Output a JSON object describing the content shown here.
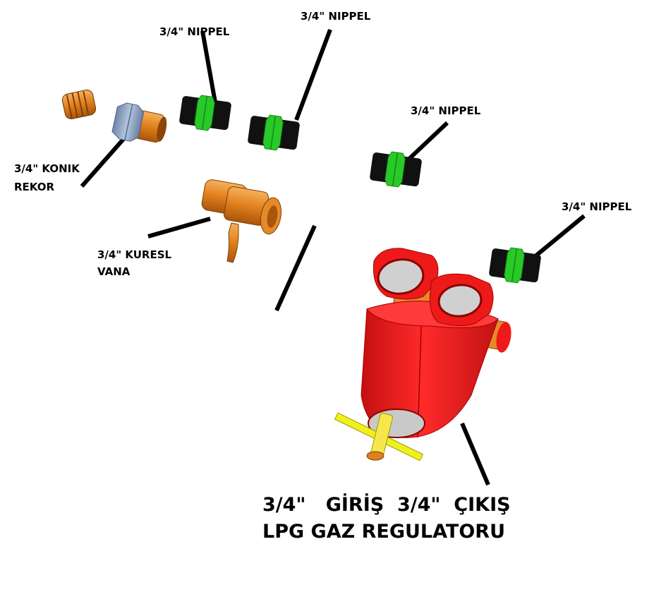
{
  "labels": {
    "nippel_1": "3/4\" NIPPEL",
    "nippel_2": "3/4\" NIPPEL",
    "nippel_3": "3/4\" NIPPEL",
    "nippel_4": "3/4\" NIPPEL",
    "konik_rekor_line1": "3/4\" KONIK",
    "konik_rekor_line2": "REKOR",
    "kuresel_vana_line1": "3/4\" KURESL",
    "kuresel_vana_line2": "VANA",
    "title_line1": "3/4\"   GİRİŞ  3/4\"  ÇIKIŞ",
    "title_line2": "LPG GAZ REGULATORU"
  },
  "colors": {
    "nippel_body": "#0b0b0b",
    "nippel_hex": "#22c322",
    "brass": "#e07f1c",
    "union_nut": "#8fa7c9",
    "regulator_red": "#ee1a1a",
    "regulator_dark": "#b80f0f",
    "handle_yellow": "#f0f01e",
    "gauge_face": "#c9c9c9"
  }
}
